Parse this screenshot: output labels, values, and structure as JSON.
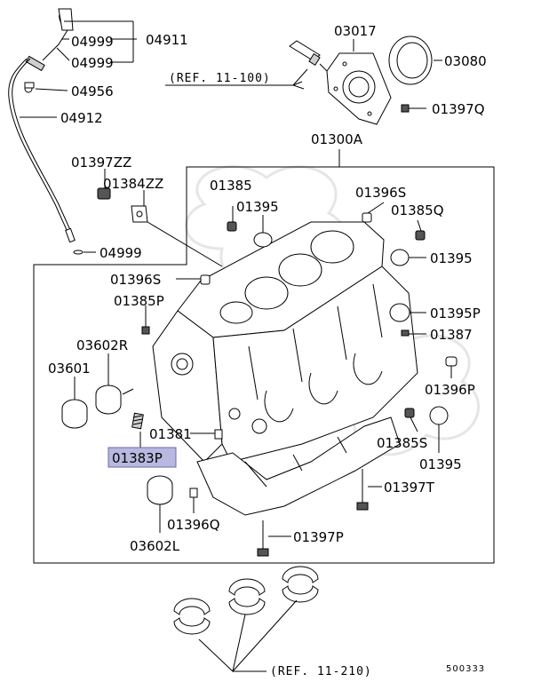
{
  "diagram": {
    "highlight_color": "#b8b8e0",
    "labels": {
      "p04911": "04911",
      "p04999a": "04999",
      "p04999b": "04999",
      "p04956": "04956",
      "p04912": "04912",
      "p03017": "03017",
      "p03080": "03080",
      "p01397Q": "01397Q",
      "p01300A": "01300A",
      "p01397ZZ": "01397ZZ",
      "p01384ZZ": "01384ZZ",
      "p01385": "01385",
      "p01395a": "01395",
      "p01396S_a": "01396S",
      "p01385Q": "01385Q",
      "p04999c": "04999",
      "p01395b": "01395",
      "p01396S_b": "01396S",
      "p01385P": "01385P",
      "p01395P": "01395P",
      "p01387": "01387",
      "p03602R": "03602R",
      "p03601": "03601",
      "p01396P": "01396P",
      "p01381": "01381",
      "p01385S": "01385S",
      "p01383P": "01383P",
      "p01395c": "01395",
      "p01397T": "01397T",
      "p01396Q": "01396Q",
      "p03602L": "03602L",
      "p01397P": "01397P"
    },
    "ref_top": "(REF. 11-100)",
    "ref_bottom": "(REF. 11-210)",
    "diagram_code": "500333"
  }
}
